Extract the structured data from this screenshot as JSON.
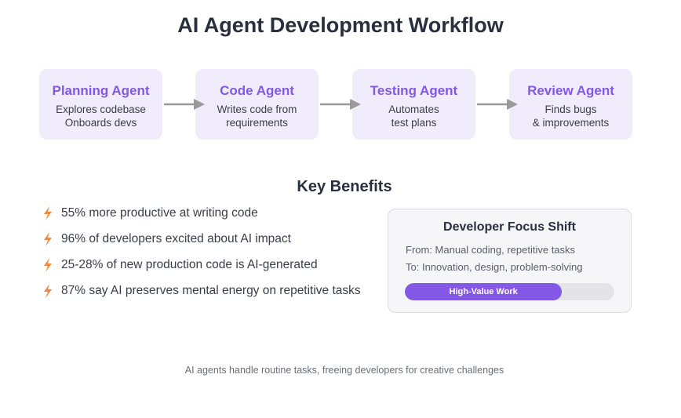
{
  "title": "AI Agent Development Workflow",
  "agents": [
    {
      "name": "Planning Agent",
      "line1": "Explores codebase",
      "line2": "Onboards devs"
    },
    {
      "name": "Code Agent",
      "line1": "Writes code from",
      "line2": "requirements"
    },
    {
      "name": "Testing Agent",
      "line1": "Automates",
      "line2": "test plans"
    },
    {
      "name": "Review Agent",
      "line1": "Finds bugs",
      "line2": "& improvements"
    }
  ],
  "benefits": {
    "title": "Key Benefits",
    "items": [
      "55% more productive at writing code",
      "96% of developers excited about AI impact",
      "25-28% of new production code is AI-generated",
      "87% say AI preserves mental energy on repetitive tasks"
    ]
  },
  "focus": {
    "title": "Developer Focus Shift",
    "from": "From: Manual coding, repetitive tasks",
    "to": "To: Innovation, design, problem-solving",
    "bar_label": "High-Value Work",
    "bar_fraction": 0.75
  },
  "caption": "AI agents handle routine tasks, freeing developers for creative challenges",
  "colors": {
    "accent": "#8458e6",
    "box_bg": "#f0ecfc",
    "bolt": "#f08a3c",
    "arrow": "#9a9a9a"
  }
}
